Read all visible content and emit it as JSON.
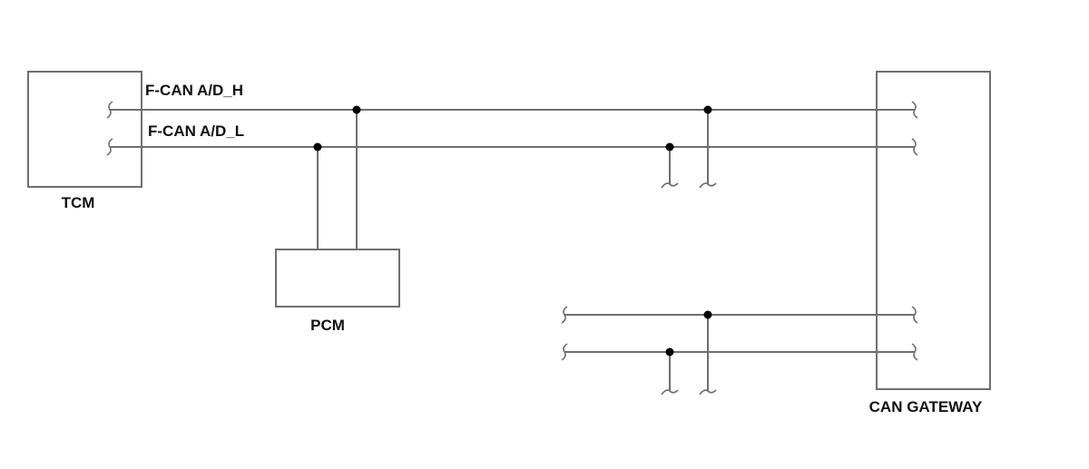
{
  "nodes": {
    "tcm": {
      "label": "TCM"
    },
    "pcm": {
      "label": "PCM"
    },
    "gateway": {
      "label": "CAN GATEWAY"
    }
  },
  "bus": {
    "high_label": "F-CAN A/D_H",
    "low_label": "F-CAN A/D_L"
  }
}
